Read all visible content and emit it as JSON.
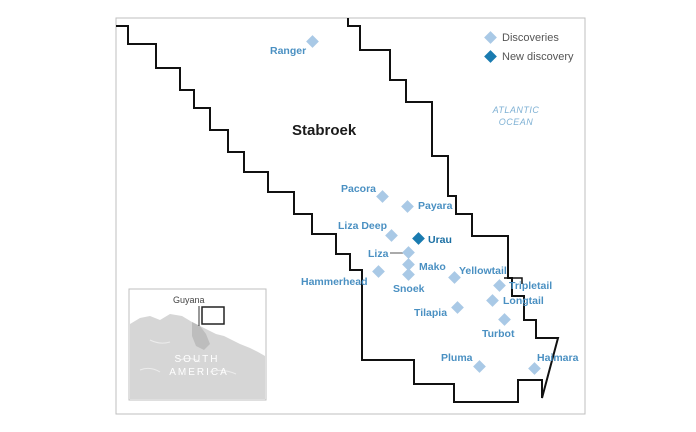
{
  "map": {
    "block_name": "Stabroek",
    "ocean_label_line1": "ATLANTIC",
    "ocean_label_line2": "OCEAN",
    "colors": {
      "discovery": "#a9c9e6",
      "new_discovery": "#1a7bb0",
      "label": "#4a90c2",
      "boundary": "#111111",
      "frame": "#bfbfbf"
    }
  },
  "legend": {
    "discoveries_label": "Discoveries",
    "new_discovery_label": "New discovery"
  },
  "discoveries": [
    {
      "name": "Ranger"
    },
    {
      "name": "Pacora"
    },
    {
      "name": "Payara"
    },
    {
      "name": "Liza Deep"
    },
    {
      "name": "Urau"
    },
    {
      "name": "Liza"
    },
    {
      "name": "Mako"
    },
    {
      "name": "Hammerhead"
    },
    {
      "name": "Snoek"
    },
    {
      "name": "Yellowtail"
    },
    {
      "name": "Tripletail"
    },
    {
      "name": "Longtail"
    },
    {
      "name": "Tilapia"
    },
    {
      "name": "Turbot"
    },
    {
      "name": "Pluma"
    },
    {
      "name": "Haimara"
    }
  ],
  "inset": {
    "country_label": "Guyana",
    "continent_line1": "SOUTH",
    "continent_line2": "AMERICA"
  }
}
